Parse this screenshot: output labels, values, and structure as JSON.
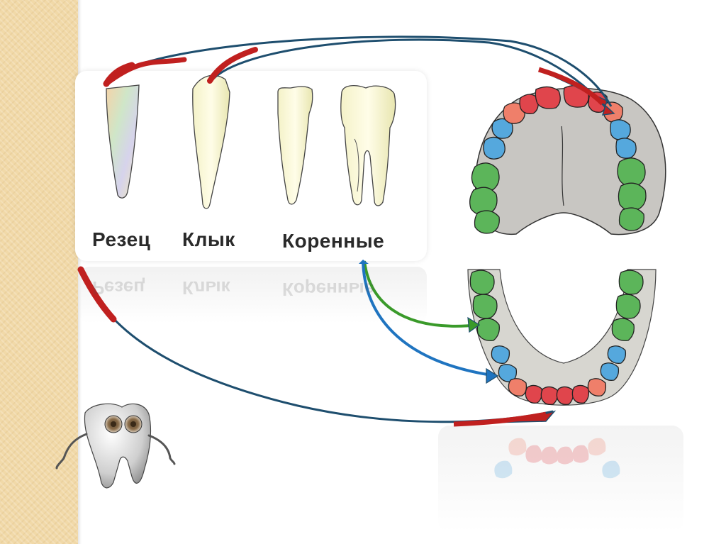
{
  "labels": {
    "incisor": "Резец",
    "canine": "Клык",
    "molars": "Коренные"
  },
  "colors": {
    "incisor_teeth": "#e0454c",
    "canine_teeth": "#ef7f6a",
    "premolar_teeth": "#55a8dd",
    "molar_teeth": "#5cb55a",
    "palate": "#c8c6c2",
    "arrow_red": "#c0201f",
    "arrow_green": "#3a9a2a",
    "arrow_blue": "#1f74c0",
    "arrow_outline": "#1e4e6e",
    "side_strip": "#f1d9a8"
  }
}
